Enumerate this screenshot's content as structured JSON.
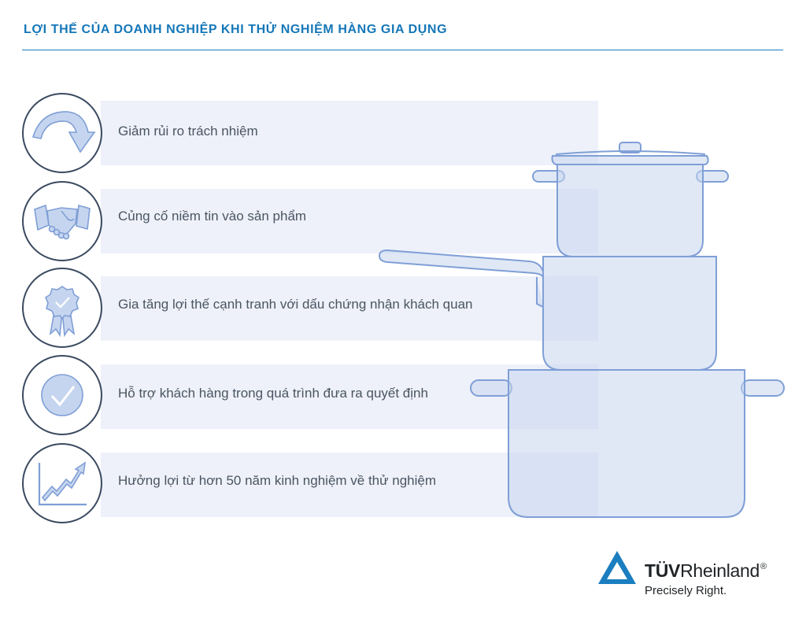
{
  "title": "LỢI THẾ CỦA DOANH NGHIỆP KHI THỬ NGHIỆM HÀNG GIA DỤNG",
  "items": [
    {
      "label": "Giảm rủi ro trách nhiệm",
      "icon": "curved-arrow-icon"
    },
    {
      "label": "Củng cố niềm tin vào sản phẩm",
      "icon": "handshake-icon"
    },
    {
      "label": "Gia tăng lợi thế cạnh tranh với dấu chứng nhận khách quan",
      "icon": "award-ribbon-icon"
    },
    {
      "label": "Hỗ trợ khách hàng trong quá trình đưa ra quyết định",
      "icon": "checkmark-circle-icon"
    },
    {
      "label": "Hưởng lợi từ hơn 50 năm kinh nghiệm về thử nghiệm",
      "icon": "growth-chart-icon"
    }
  ],
  "brand": {
    "name_bold": "TÜV",
    "name_rest": "Rheinland",
    "registered": "®",
    "tagline": "Precisely Right."
  },
  "colors": {
    "accent": "#1577b8",
    "band": "#eef1fa",
    "pot_fill": "#c6d5ef",
    "pot_stroke": "#7f9fd6",
    "logo": "#1a7ec0"
  }
}
